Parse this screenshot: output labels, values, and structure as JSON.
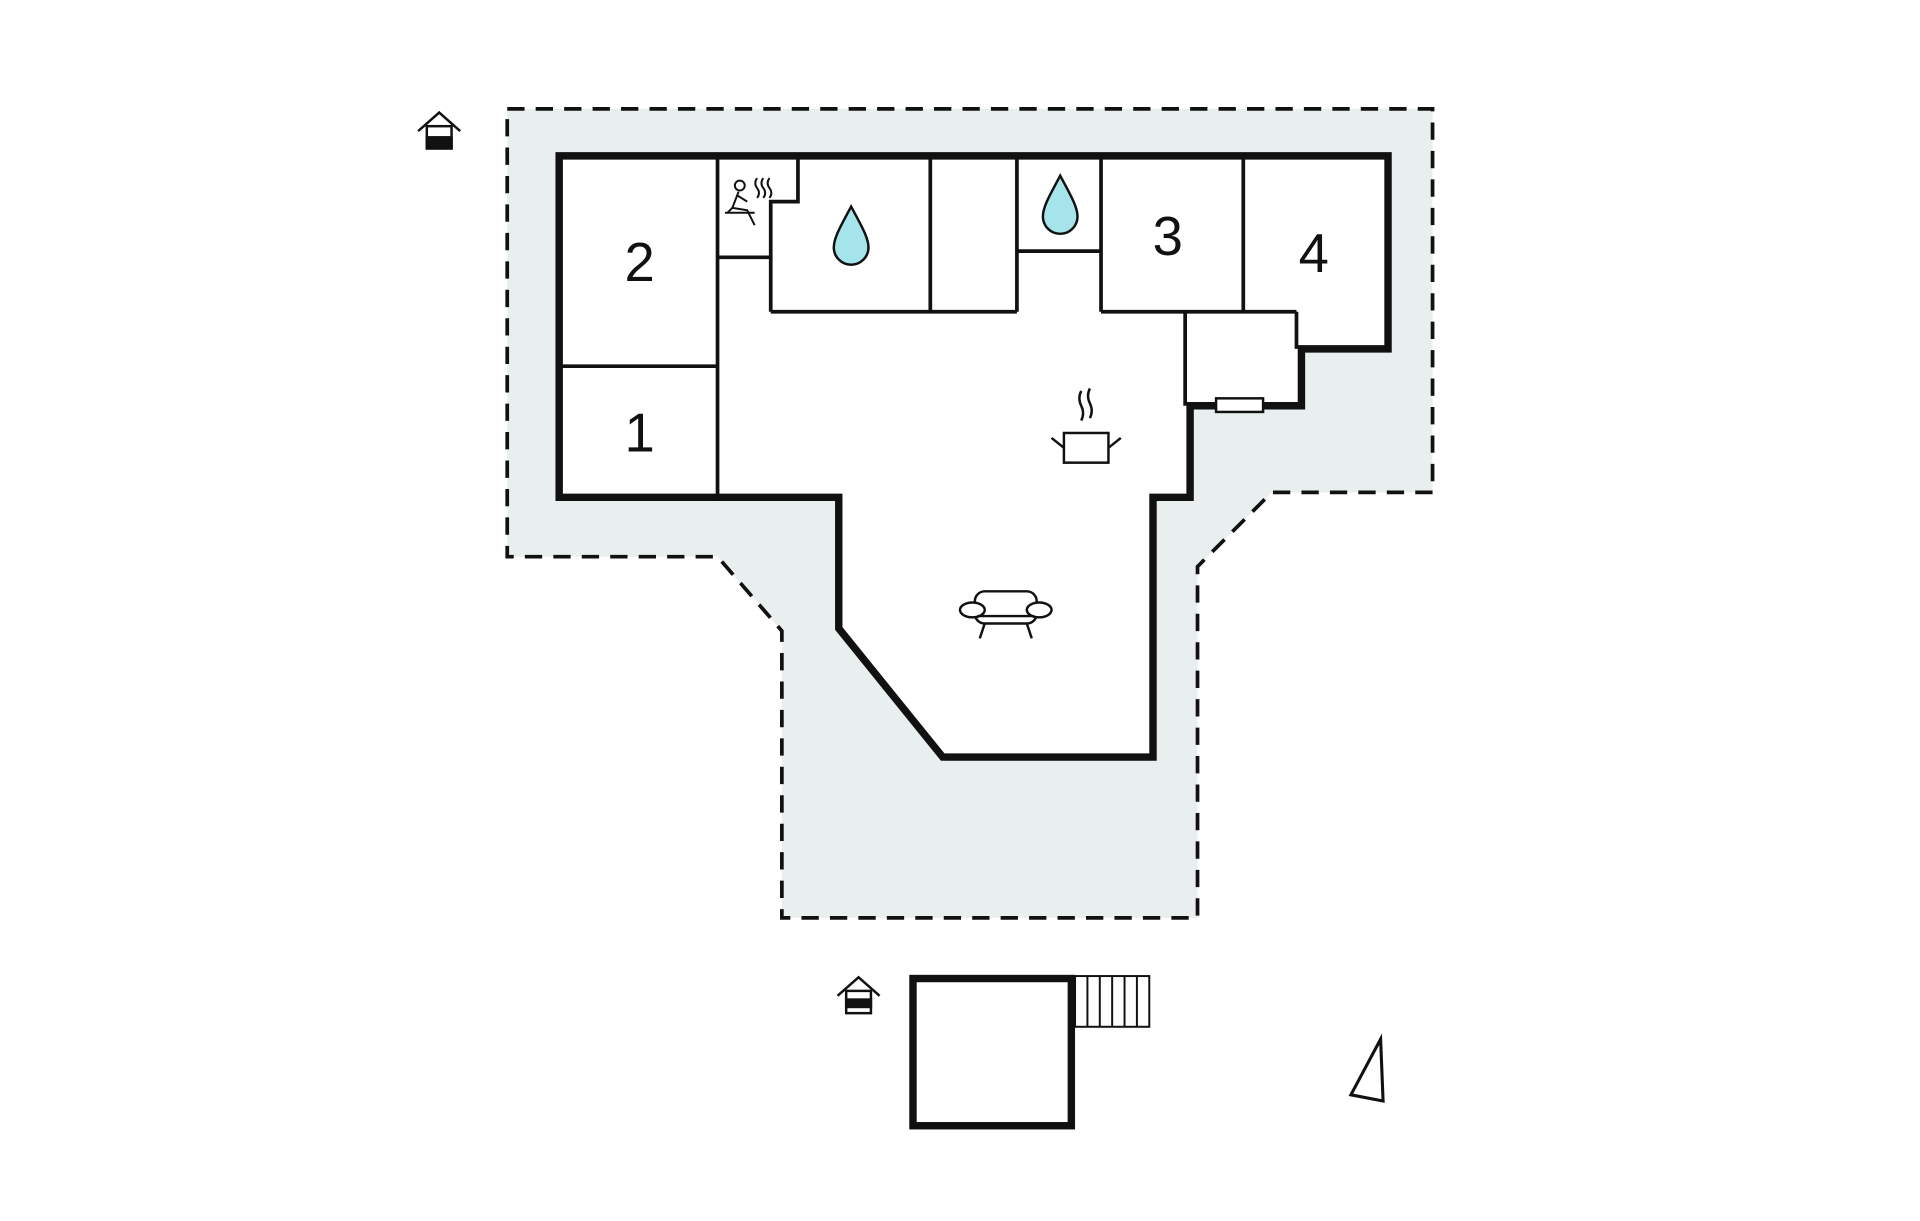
{
  "plan": {
    "rooms": [
      {
        "id": "room-1",
        "label": "1"
      },
      {
        "id": "room-2",
        "label": "2"
      },
      {
        "id": "room-3",
        "label": "3"
      },
      {
        "id": "room-4",
        "label": "4"
      }
    ],
    "icons": [
      "house-entrance-icon",
      "sauna-icon",
      "water-drop-icon",
      "cooking-pot-icon",
      "sofa-icon",
      "north-arrow-icon"
    ],
    "colors": {
      "terrace": "#e9eeee",
      "wall": "#111111",
      "water": "#a6e4ec"
    }
  }
}
